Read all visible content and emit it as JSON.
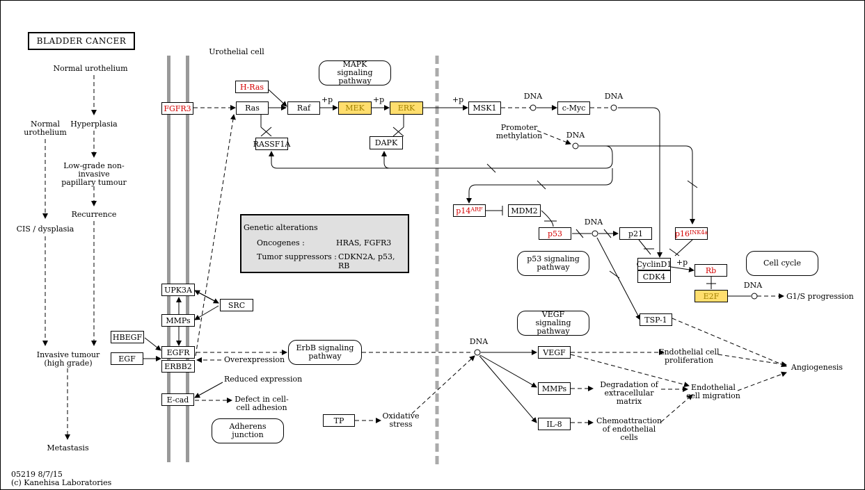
{
  "title": "BLADDER CANCER",
  "footer": {
    "line1": "05219 8/7/15",
    "line2": "(c) Kanehisa Laboratories"
  },
  "stages": {
    "normal": "Normal urothelium",
    "normal2": "Normal urothelium",
    "hyperplasia": "Hyperplasia",
    "low_grade": "Low-grade non-invasive papillary tumour",
    "recurrence": "Recurrence",
    "cis": "CIS / dysplasia",
    "invasive": "Invasive tumour (high grade)",
    "metastasis": "Metastasis"
  },
  "cell_label": "Urothelial cell",
  "genes": {
    "hras": "H-Ras",
    "fgfr3": "FGFR3",
    "ras": "Ras",
    "raf": "Raf",
    "mek": "MEK",
    "erk": "ERK",
    "msk1": "MSK1",
    "cmyc": "c-Myc",
    "rassf1a": "RASSF1A",
    "dapk": "DAPK",
    "p14": "p14",
    "p14_sup": "ARF",
    "mdm2": "MDM2",
    "p53": "p53",
    "p21": "p21",
    "p16": "p16",
    "p16_sup": "INK4a",
    "cyclind1": "CyclinD1",
    "cdk4": "CDK4",
    "rb": "Rb",
    "e2f": "E2F",
    "tsp1": "TSP-1",
    "upk3a": "UPK3A",
    "src": "SRC",
    "mmps_left": "MMPs",
    "hbegf": "HBEGF",
    "egf": "EGF",
    "egfr": "EGFR",
    "erbb2": "ERBB2",
    "ecad": "E-cad",
    "tp": "TP",
    "vegf": "VEGF",
    "mmps_right": "MMPs",
    "il8": "IL-8"
  },
  "labels": {
    "plus_p1": "+p",
    "plus_p2": "+p",
    "plus_p3": "+p",
    "plus_p4": "+p",
    "dna1": "DNA",
    "dna2": "DNA",
    "dna3": "DNA",
    "dna4": "DNA",
    "dna5": "DNA",
    "dna6": "DNA",
    "promoter_methylation": "Promoter methylation",
    "overexpression": "Overexpression",
    "reduced_expression": "Reduced expression",
    "defect_adhesion": "Defect in cell-cell adhesion",
    "oxidative_stress": "Oxidative stress",
    "g1s": "G1/S progression",
    "endothelial_prolif": "Endothelial cell proliferation",
    "angiogenesis": "Angiogenesis",
    "degradation_ecm": "Degradation of extracellular matrix",
    "endothelial_migration": "Endothelial cell migration",
    "chemoattraction": "Chemoattraction of endothelial cells"
  },
  "maps": {
    "mapk": "MAPK signaling pathway",
    "p53": "p53 signaling pathway",
    "vegf": "VEGF signaling pathway",
    "cell_cycle": "Cell cycle",
    "erbb": "ErbB signaling pathway",
    "adherens": "Adherens junction"
  },
  "genetic_alterations": {
    "title": "Genetic alterations",
    "oncogenes_label": "Oncogenes :",
    "oncogenes_value": "HRAS, FGFR3",
    "suppressors_label": "Tumor suppressors :",
    "suppressors_value": "CDKN2A, p53, RB"
  },
  "colors": {
    "highlight": "#ffde6e",
    "gene_red": "#d40000",
    "membrane": "#999999"
  }
}
